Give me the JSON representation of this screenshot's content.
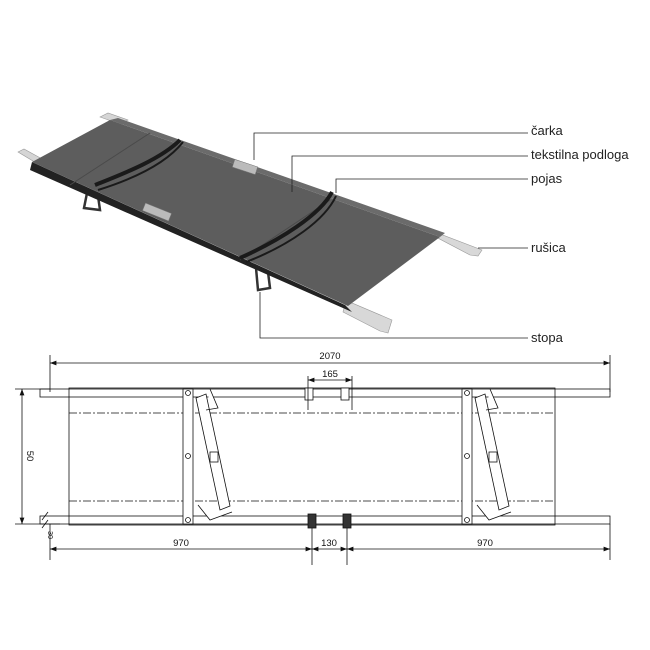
{
  "labels": {
    "carka": "čarka",
    "tekstilna_podloga": "tekstilna podloga",
    "pojas": "pojas",
    "rusica": "rušica",
    "stopa": "stopa"
  },
  "dimensions": {
    "total_length": "2070",
    "handle_spacing_top": "165",
    "width": "50",
    "rail": "30",
    "left_section": "970",
    "hinge_gap": "130",
    "right_section": "970"
  },
  "colors": {
    "fabric": "#5b5b5b",
    "pole": "#cfcfcf",
    "strap": "#1e1e1e",
    "line": "#111111"
  }
}
